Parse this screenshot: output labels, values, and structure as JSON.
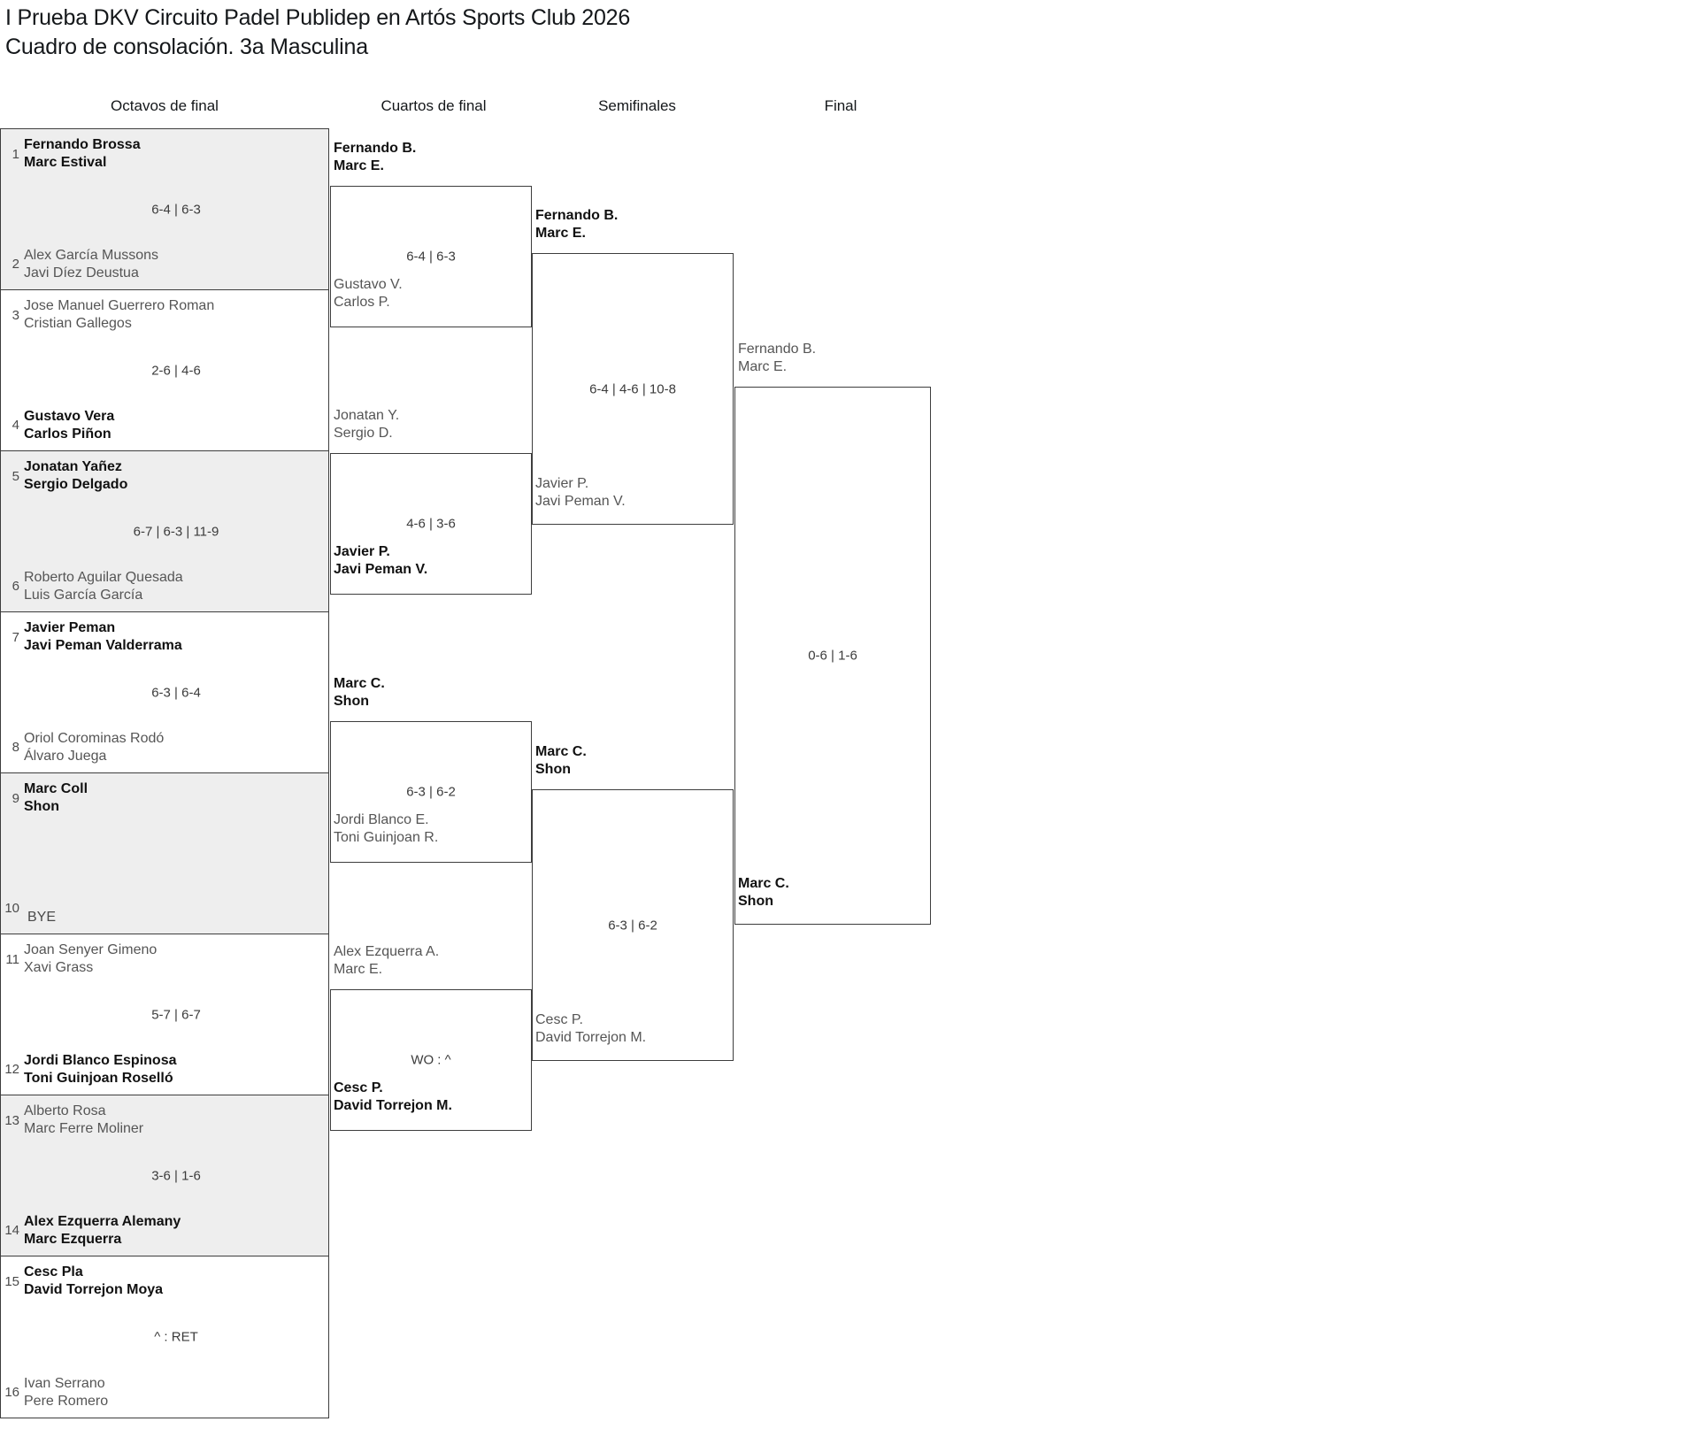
{
  "title": {
    "line1": "I Prueba DKV Circuito Padel Publidep en Artós Sports Club 2026",
    "line2": "Cuadro de consolación. 3a Masculina"
  },
  "rounds": [
    {
      "label": "Octavos de final"
    },
    {
      "label": "Cuartos de final"
    },
    {
      "label": "Semifinales"
    },
    {
      "label": "Final"
    }
  ],
  "round1": {
    "pairs": [
      {
        "score": "6-4 | 6-3",
        "shaded": true,
        "top": {
          "seed": "1",
          "p1": "Fernando Brossa",
          "p2": "Marc Estival",
          "result": "winner"
        },
        "bottom": {
          "seed": "2",
          "p1": "Alex García Mussons",
          "p2": "Javi Díez Deustua",
          "result": "loser"
        }
      },
      {
        "score": "2-6 | 4-6",
        "shaded": false,
        "top": {
          "seed": "3",
          "p1": "Jose Manuel Guerrero Roman",
          "p2": "Cristian Gallegos",
          "result": "loser"
        },
        "bottom": {
          "seed": "4",
          "p1": "Gustavo Vera",
          "p2": "Carlos Piñon",
          "result": "winner"
        }
      },
      {
        "score": "6-7 | 6-3 | 11-9",
        "shaded": true,
        "top": {
          "seed": "5",
          "p1": "Jonatan Yañez",
          "p2": "Sergio Delgado",
          "result": "winner"
        },
        "bottom": {
          "seed": "6",
          "p1": "Roberto Aguilar Quesada",
          "p2": "Luis García García",
          "result": "loser"
        }
      },
      {
        "score": "6-3 | 6-4",
        "shaded": false,
        "top": {
          "seed": "7",
          "p1": "Javier Peman",
          "p2": "Javi Peman Valderrama",
          "result": "winner"
        },
        "bottom": {
          "seed": "8",
          "p1": "Oriol Corominas Rodó",
          "p2": "Álvaro Juega",
          "result": "loser"
        }
      },
      {
        "score": "",
        "shaded": true,
        "top": {
          "seed": "9",
          "p1": "Marc Coll",
          "p2": "Shon",
          "result": "winner"
        },
        "bottom": {
          "seed": "10",
          "bye": "BYE",
          "result": "loser"
        }
      },
      {
        "score": "5-7 | 6-7",
        "shaded": false,
        "top": {
          "seed": "11",
          "p1": "Joan Senyer Gimeno",
          "p2": "Xavi Grass",
          "result": "loser"
        },
        "bottom": {
          "seed": "12",
          "p1": "Jordi Blanco Espinosa",
          "p2": "Toni Guinjoan Roselló",
          "result": "winner"
        }
      },
      {
        "score": "3-6 | 1-6",
        "shaded": true,
        "top": {
          "seed": "13",
          "p1": "Alberto Rosa",
          "p2": "Marc Ferre Moliner",
          "result": "loser"
        },
        "bottom": {
          "seed": "14",
          "p1": "Alex Ezquerra Alemany",
          "p2": "Marc Ezquerra",
          "result": "winner"
        }
      },
      {
        "score": "^ : RET",
        "shaded": false,
        "top": {
          "seed": "15",
          "p1": "Cesc Pla",
          "p2": "David Torrejon Moya",
          "result": "winner"
        },
        "bottom": {
          "seed": "16",
          "p1": "Ivan Serrano",
          "p2": "Pere Romero",
          "result": "loser"
        }
      }
    ]
  },
  "round2": {
    "matches": [
      {
        "score": "6-4 | 6-3",
        "top": {
          "p1": "Fernando B.",
          "p2": "Marc E.",
          "result": "winner"
        },
        "bottom": {
          "p1": "Gustavo V.",
          "p2": "Carlos P.",
          "result": "loser"
        }
      },
      {
        "score": "4-6 | 3-6",
        "top": {
          "p1": "Jonatan Y.",
          "p2": "Sergio D.",
          "result": "loser"
        },
        "bottom": {
          "p1": "Javier P.",
          "p2": "Javi Peman V.",
          "result": "winner"
        }
      },
      {
        "score": "6-3 | 6-2",
        "top": {
          "p1": "Marc C.",
          "p2": "Shon",
          "result": "winner"
        },
        "bottom": {
          "p1": "Jordi Blanco E.",
          "p2": "Toni Guinjoan R.",
          "result": "loser"
        }
      },
      {
        "score": "WO : ^",
        "top": {
          "p1": "Alex Ezquerra A.",
          "p2": "Marc E.",
          "result": "loser"
        },
        "bottom": {
          "p1": "Cesc P.",
          "p2": "David Torrejon M.",
          "result": "winner"
        }
      }
    ]
  },
  "round3": {
    "matches": [
      {
        "score": "6-4 | 4-6 | 10-8",
        "top": {
          "p1": "Fernando B.",
          "p2": "Marc E.",
          "result": "winner"
        },
        "bottom": {
          "p1": "Javier P.",
          "p2": "Javi Peman V.",
          "result": "loser"
        }
      },
      {
        "score": "6-3 | 6-2",
        "top": {
          "p1": "Marc C.",
          "p2": "Shon",
          "result": "winner"
        },
        "bottom": {
          "p1": "Cesc P.",
          "p2": "David Torrejon M.",
          "result": "loser"
        }
      }
    ]
  },
  "round4": {
    "matches": [
      {
        "score": "0-6 | 1-6",
        "top": {
          "p1": "Fernando B.",
          "p2": "Marc E.",
          "result": "loser"
        },
        "bottom": {
          "p1": "Marc C.",
          "p2": "Shon",
          "result": "winner"
        }
      }
    ]
  }
}
